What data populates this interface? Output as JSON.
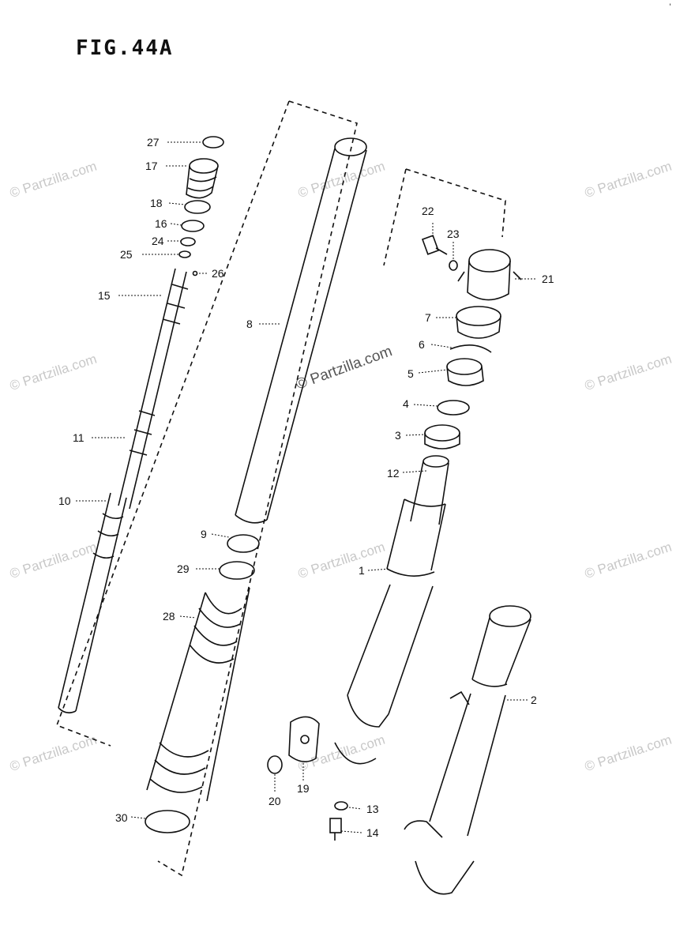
{
  "figure": {
    "title": "FIG.44A"
  },
  "watermark": {
    "text": "© Partzilla.com",
    "center_text": "© Partzilla.com"
  },
  "corner_mark": "'",
  "parts": {
    "p1": "1",
    "p2": "2",
    "p3": "3",
    "p4": "4",
    "p5": "5",
    "p6": "6",
    "p7": "7",
    "p8": "8",
    "p9": "9",
    "p10": "10",
    "p11": "11",
    "p12": "12",
    "p13": "13",
    "p14": "14",
    "p15": "15",
    "p16": "16",
    "p17": "17",
    "p18": "18",
    "p19": "19",
    "p20": "20",
    "p21": "21",
    "p22": "22",
    "p23": "23",
    "p24": "24",
    "p25": "25",
    "p26": "26",
    "p27": "27",
    "p28": "28",
    "p29": "29",
    "p30": "30"
  }
}
